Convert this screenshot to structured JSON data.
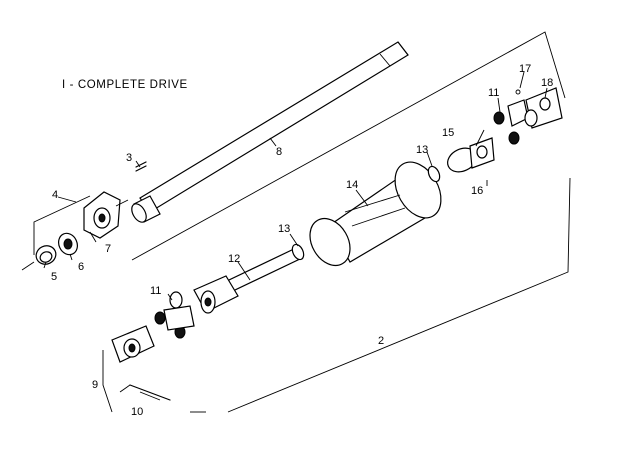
{
  "title": "I - COMPLETE DRIVE",
  "callouts": {
    "n1": "2",
    "n2": "3",
    "n3": "4",
    "n4": "5",
    "n5": "6",
    "n6": "7",
    "n7": "8",
    "n8": "9",
    "n9": "10",
    "n10": "11",
    "n11": "11",
    "n12": "12",
    "n13": "13",
    "n14": "13",
    "n15": "14",
    "n16": "15",
    "n17": "16",
    "n18": "17",
    "n19": "18"
  }
}
